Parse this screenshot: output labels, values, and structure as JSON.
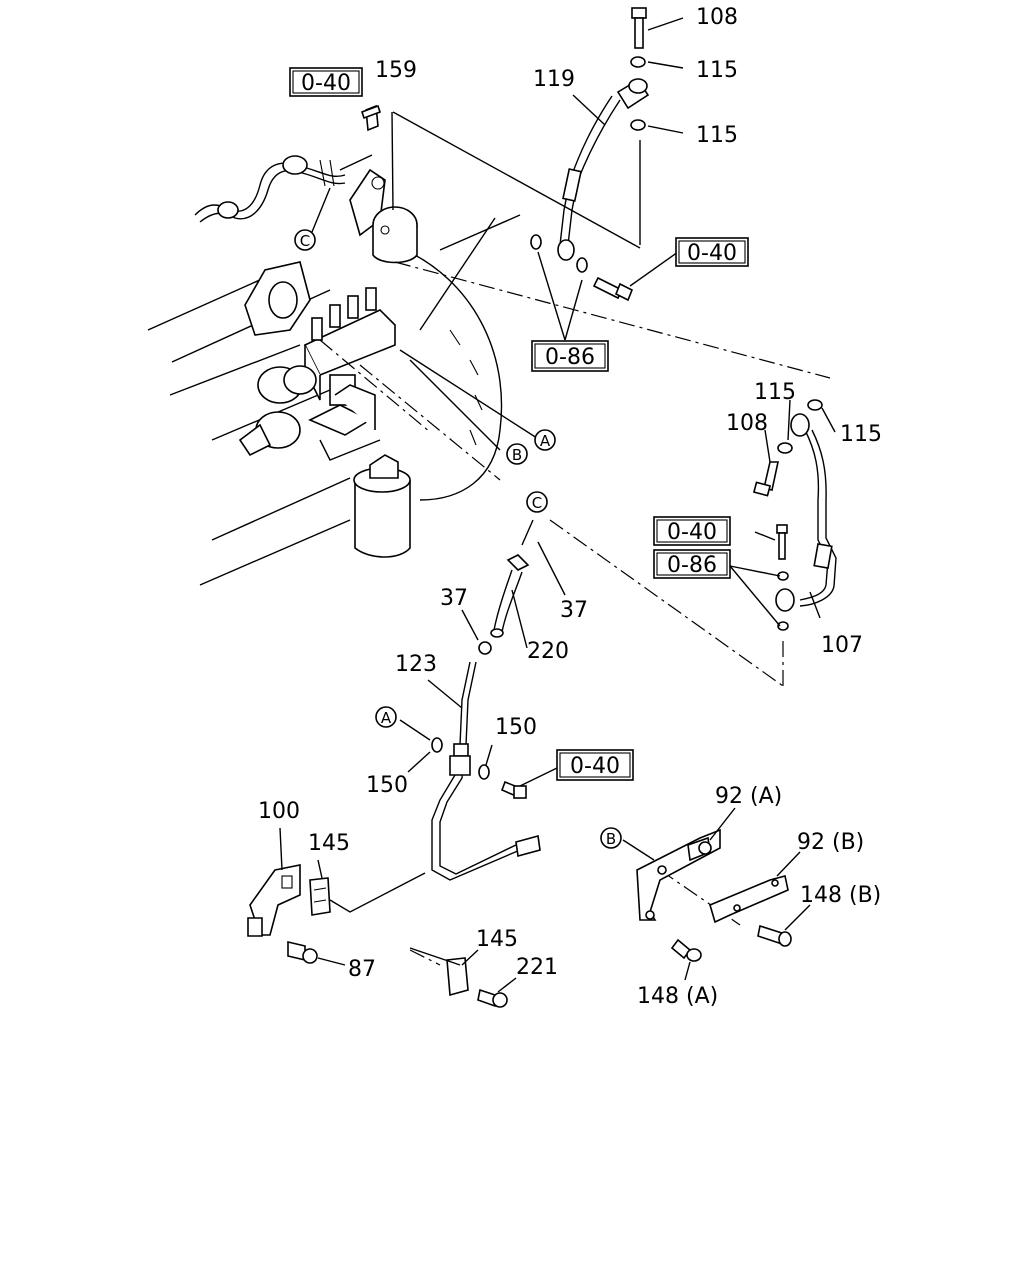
{
  "labels": {
    "p108_top": "108",
    "p115_top": "115",
    "p115_mid": "115",
    "p119": "119",
    "p159": "159",
    "p115_r1": "115",
    "p115_r2": "115",
    "p108_r": "108",
    "p107": "107",
    "p37_l": "37",
    "p37_r": "37",
    "p220": "220",
    "p123": "123",
    "p150_r": "150",
    "p150_l": "150",
    "p100": "100",
    "p145_top": "145",
    "p87": "87",
    "p145_bot": "145",
    "p221": "221",
    "p92a": "92 (A)",
    "p92b": "92 (B)",
    "p148b": "148 (B)",
    "p148a": "148 (A)"
  },
  "refs": {
    "r040_tl": "0-40",
    "r040_tr": "0-40",
    "r086_mid": "0-86",
    "r040_right": "0-40",
    "r086_right": "0-86",
    "r040_bottom": "0-40"
  },
  "markers": {
    "c_top": "C",
    "a_mid": "A",
    "b_mid": "B",
    "c_mid": "C",
    "a_low": "A",
    "b_low": "B"
  }
}
